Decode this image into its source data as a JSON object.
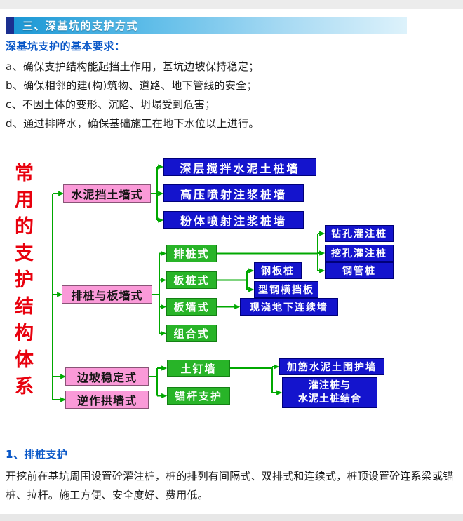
{
  "header": {
    "title": "三、深基坑的支护方式"
  },
  "intro": {
    "heading": "深基坑支护的基本要求：",
    "items": [
      "a、确保支护结构能起挡土作用，基坑边坡保持稳定；",
      "b、确保相邻的建(构)筑物、道路、地下管线的安全；",
      "c、不因土体的变形、沉陷、坍塌受到危害；",
      "d、通过排降水，确保基础施工在地下水位以上进行。"
    ]
  },
  "diagram": {
    "root": "常用的支护结构体系",
    "groups": [
      {
        "label": "水泥挡土墙式",
        "children": [
          "深层搅拌水泥土桩墙",
          "高压喷射注浆桩墙",
          "粉体喷射注浆桩墙"
        ]
      },
      {
        "label": "排桩与板墙式",
        "children": [
          "排桩式",
          "板桩式",
          "板墙式",
          "组合式"
        ]
      },
      {
        "label": "边坡稳定式",
        "children": [
          "土钉墙",
          "锚杆支护"
        ]
      },
      {
        "label": "逆作拱墙式",
        "children": []
      }
    ],
    "row_pile_children": [
      "钻孔灌注桩",
      "挖孔灌注桩",
      "钢管桩"
    ],
    "sheet_pile_children": [
      "钢板桩",
      "型钢横挡板"
    ],
    "slab_wall_children": [
      "现浇地下连续墙"
    ],
    "soil_nail_children": [
      "加筋水泥土围护墙",
      "灌注桩与\n水泥土桩结合"
    ],
    "colors": {
      "connector_green": "#00a800",
      "level1_pink": "#fa9ad8",
      "level2_green": "#28b428",
      "leaf_blue": "#1414cd",
      "root_red": "#e8000d",
      "header_gradient_start": "#1795d3",
      "header_accent_navy": "#1b2f8f",
      "heading_blue": "#0a58c8"
    }
  },
  "section": {
    "heading": "1、排桩支护",
    "body": "开挖前在基坑周围设置砼灌注桩，桩的排列有间隔式、双排式和连续式，桩顶设置砼连系梁或锚桩、拉杆。施工方便、安全度好、费用低。"
  }
}
